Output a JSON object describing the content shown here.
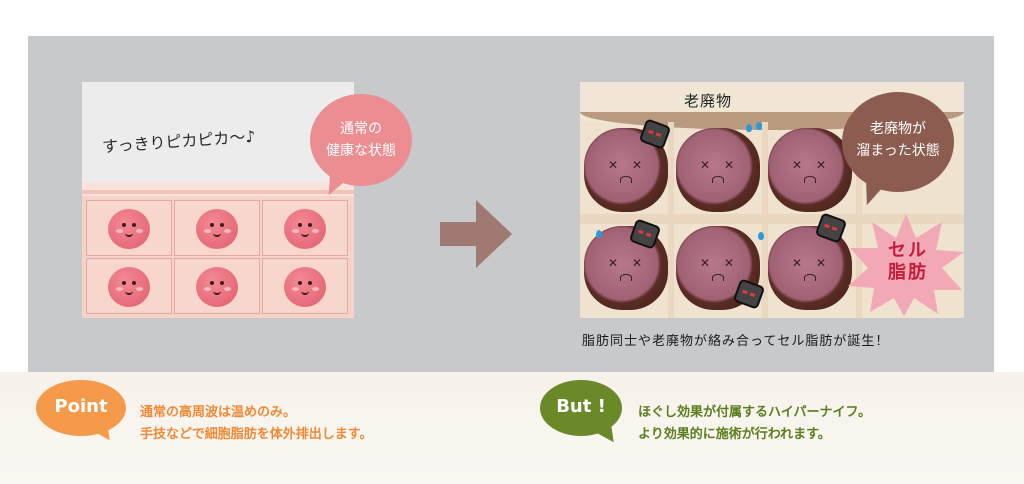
{
  "colors": {
    "panel_gray": "#c7c9ca",
    "point_orange": "#f59a4a",
    "but_green": "#6a8a2a",
    "pink_bubble": "#ec8d92",
    "brown_bubble": "#8c5c50",
    "arrow_brown": "#a07a72",
    "cellulite_red": "#c21d3c"
  },
  "left_panel": {
    "caption": "すっきりピカピカ〜♪",
    "bubble_text": [
      "通常の",
      "健康な状態"
    ]
  },
  "arrow": {
    "icon": "right-arrow-icon"
  },
  "right_panel": {
    "label_top": "老廃物",
    "bubble_text": [
      "老廃物が",
      "溜まった状態"
    ],
    "burst_text": [
      "セル",
      "脂肪"
    ],
    "caption": "脂肪同士や老廃物が絡み合ってセル脂肪が誕生！"
  },
  "bottom": {
    "point_label": "Point",
    "point_lines": [
      "通常の高周波は温めのみ。",
      "手技などで細胞脂肪を体外排出します。"
    ],
    "but_label": "But !",
    "but_lines": [
      "ほぐし効果が付属するハイパーナイフ。",
      "より効果的に施術が行われます。"
    ]
  }
}
